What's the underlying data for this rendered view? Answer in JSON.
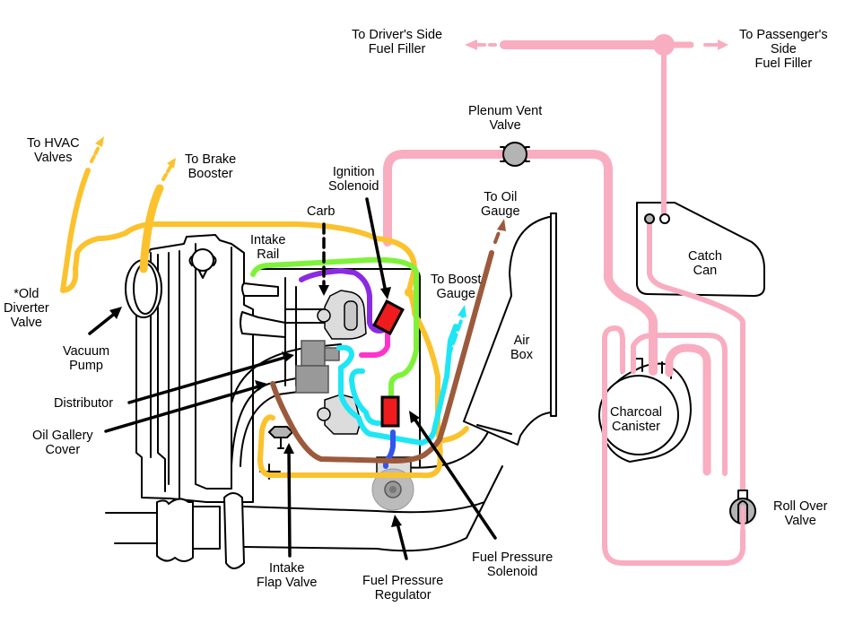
{
  "title": "Vacuum and vapor hose routing diagram",
  "colors": {
    "vapor_pink": "#f9adc1",
    "vacuum_yellow": "#fbc22d",
    "green": "#7ef23a",
    "purple": "#8a2be2",
    "magenta": "#ff33cc",
    "cyan": "#1ee6f5",
    "blue": "#3355ee",
    "brown": "#9c5a3c",
    "solenoid_red": "#ee1c1c",
    "part_grey": "#b4b4b4"
  },
  "labels": {
    "drivers_filler": "To Driver's Side\nFuel Filler",
    "passengers_filler": "To Passenger's\nSide\nFuel Filler",
    "plenum_vent_valve": "Plenum Vent\nValve",
    "hvac_valves": "To HVAC\nValves",
    "brake_booster": "To Brake\nBooster",
    "ignition_solenoid": "Ignition\nSolenoid",
    "oil_gauge": "To Oil\nGauge",
    "carb": "Carb",
    "intake_rail": "Intake\nRail",
    "boost_gauge": "To Boost\nGauge",
    "catch_can": "Catch\nCan",
    "old_diverter_valve": "*Old\nDiverter\nValve",
    "vacuum_pump": "Vacuum\nPump",
    "air_box": "Air\nBox",
    "distributor": "Distributor",
    "oil_gallery_cover": "Oil Gallery\nCover",
    "charcoal_canister": "Charcoal\nCanister",
    "roll_over_valve": "Roll Over\nValve",
    "intake_flap_valve": "Intake\nFlap Valve",
    "fuel_pressure_regulator": "Fuel Pressure\nRegulator",
    "fuel_pressure_solenoid": "Fuel Pressure\nSolenoid"
  }
}
